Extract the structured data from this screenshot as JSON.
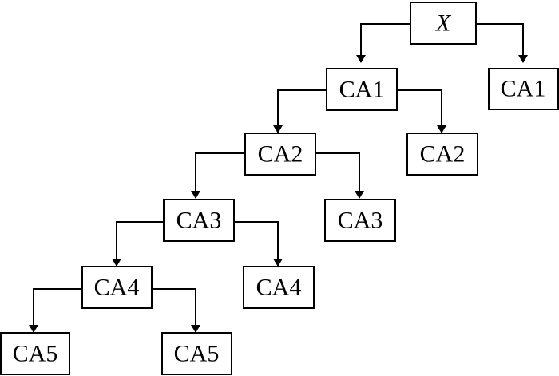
{
  "diagram": {
    "root": {
      "label": "X"
    },
    "levels": [
      {
        "left": "CA1",
        "right": "CA1"
      },
      {
        "left": "CA2",
        "right": "CA2"
      },
      {
        "left": "CA3",
        "right": "CA3"
      },
      {
        "left": "CA4",
        "right": "CA4"
      },
      {
        "left": "CA5",
        "right": "CA5"
      }
    ]
  },
  "colors": {
    "stroke": "#000000",
    "fill": "#ffffff",
    "text": "#000000"
  }
}
